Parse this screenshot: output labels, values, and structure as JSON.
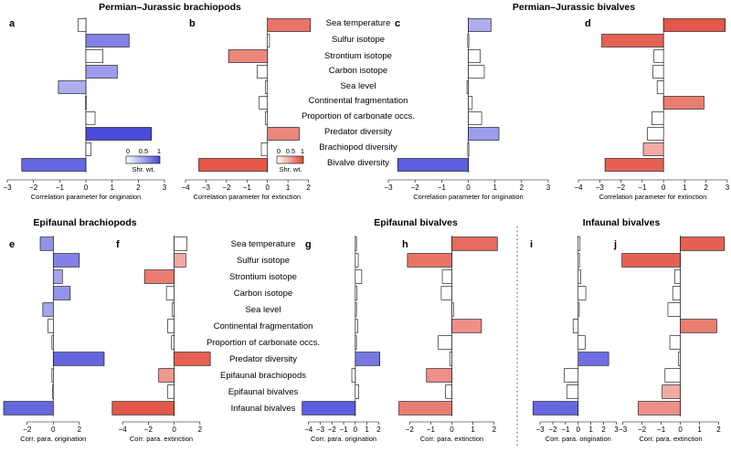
{
  "figure": {
    "group_titles": [
      {
        "id": "pj-brach",
        "text": "Permian–Jurassic brachiopods"
      },
      {
        "id": "pj-biv",
        "text": "Permian–Jurassic bivalves"
      },
      {
        "id": "epi-brach",
        "text": "Epifaunal brachiopods"
      },
      {
        "id": "epi-biv",
        "text": "Epifaunal bivalves"
      },
      {
        "id": "inf-biv",
        "text": "Infaunal bivalves"
      }
    ],
    "top_row_labels": [
      "Sea temperature",
      "Sulfur isotope",
      "Strontium isotope",
      "Carbon isotope",
      "Sea level",
      "Continental fragmentation",
      "Proportion of carbonate occs.",
      "Predator diversity",
      "Brachiopod diversity",
      "Bivalve diversity"
    ],
    "bottom_row_labels": [
      "Sea temperature",
      "Sulfur isotope",
      "Strontium isotope",
      "Carbon isotope",
      "Sea level",
      "Continental fragmentation",
      "Proportion of carbonate occs.",
      "Predator diversity",
      "Epifaunal brachiopods",
      "Epifaunal bivalves",
      "Infaunal bivalves"
    ],
    "legend_orig": {
      "ticks": [
        "0",
        "0.5",
        "1"
      ],
      "title": "Shr. wt.",
      "colors": [
        "#ffffff",
        "#4b4bdc"
      ]
    },
    "legend_ext": {
      "ticks": [
        "0",
        "0.5",
        "1"
      ],
      "title": "Shr. wt.",
      "colors": [
        "#ffffff",
        "#e04535"
      ]
    },
    "colors": {
      "origination": "#4b4bdc",
      "extinction": "#e04535",
      "divider": "#555555"
    }
  },
  "chart_data": [
    {
      "type": "bar",
      "panel": "a",
      "group": "Permian–Jurassic brachiopods",
      "orientation": "horizontal",
      "response": "origination",
      "xlabel": "Correlation parameter for origination",
      "xlim": [
        -3,
        3
      ],
      "xticks": [
        -3,
        -2,
        -1,
        0,
        1,
        2,
        3
      ],
      "categories": [
        "Sea temperature",
        "Sulfur isotope",
        "Strontium isotope",
        "Carbon isotope",
        "Sea level",
        "Continental fragmentation",
        "Proportion of carbonate occs.",
        "Predator diversity",
        "Brachiopod diversity",
        "Bivalve diversity"
      ],
      "values": [
        -0.3,
        1.65,
        0.65,
        1.2,
        -1.05,
        0.0,
        0.35,
        2.5,
        0.2,
        -2.45
      ],
      "weights": [
        0.0,
        0.7,
        0.0,
        0.55,
        0.45,
        0.0,
        0.0,
        1.0,
        0.0,
        0.85
      ]
    },
    {
      "type": "bar",
      "panel": "b",
      "group": "Permian–Jurassic brachiopods",
      "orientation": "horizontal",
      "response": "extinction",
      "xlabel": "Correlation parameter for extinction",
      "xlim": [
        -4,
        3
      ],
      "xticks": [
        -4,
        -3,
        -2,
        -1,
        0,
        1,
        2
      ],
      "categories": [
        "Sea temperature",
        "Sulfur isotope",
        "Strontium isotope",
        "Carbon isotope",
        "Sea level",
        "Continental fragmentation",
        "Proportion of carbonate occs.",
        "Predator diversity",
        "Brachiopod diversity",
        "Bivalve diversity"
      ],
      "values": [
        2.1,
        0.1,
        -1.9,
        -0.5,
        -0.1,
        -0.4,
        -0.1,
        1.55,
        -0.3,
        -3.35
      ],
      "weights": [
        0.75,
        0.0,
        0.65,
        0.0,
        0.0,
        0.0,
        0.0,
        0.65,
        0.0,
        0.9
      ]
    },
    {
      "type": "bar",
      "panel": "c",
      "group": "Permian–Jurassic bivalves",
      "orientation": "horizontal",
      "response": "origination",
      "xlabel": "Correlation parameter for origination",
      "xlim": [
        -3,
        3
      ],
      "xticks": [
        -3,
        -2,
        -1,
        0,
        1,
        2,
        3
      ],
      "categories": [
        "Sea temperature",
        "Sulfur isotope",
        "Strontium isotope",
        "Carbon isotope",
        "Sea level",
        "Continental fragmentation",
        "Proportion of carbonate occs.",
        "Predator diversity",
        "Brachiopod diversity",
        "Bivalve diversity"
      ],
      "values": [
        0.85,
        0.0,
        0.45,
        0.6,
        -0.05,
        0.15,
        0.5,
        1.15,
        0.0,
        -2.65
      ],
      "weights": [
        0.45,
        0.0,
        0.0,
        0.0,
        0.0,
        0.0,
        0.0,
        0.55,
        0.0,
        0.9
      ]
    },
    {
      "type": "bar",
      "panel": "d",
      "group": "Permian–Jurassic bivalves",
      "orientation": "horizontal",
      "response": "extinction",
      "xlabel": "Correlation parameter for extinction",
      "xlim": [
        -4,
        3
      ],
      "xticks": [
        -4,
        -3,
        -2,
        -1,
        0,
        1,
        2,
        3
      ],
      "categories": [
        "Sea temperature",
        "Sulfur isotope",
        "Strontium isotope",
        "Carbon isotope",
        "Sea level",
        "Continental fragmentation",
        "Proportion of carbonate occs.",
        "Predator diversity",
        "Brachiopod diversity",
        "Bivalve diversity"
      ],
      "values": [
        2.9,
        -2.9,
        -0.45,
        -0.5,
        -0.3,
        1.9,
        -0.55,
        -0.75,
        -0.95,
        -2.75
      ],
      "weights": [
        0.9,
        0.85,
        0.0,
        0.0,
        0.0,
        0.7,
        0.0,
        0.0,
        0.45,
        0.85
      ]
    },
    {
      "type": "bar",
      "panel": "e",
      "group": "Epifaunal brachiopods",
      "orientation": "horizontal",
      "response": "origination",
      "xlabel": "Corr. para. origination",
      "xlim": [
        -3.8,
        3.2
      ],
      "xticks": [
        -2,
        0,
        2
      ],
      "categories": [
        "Sea temperature",
        "Sulfur isotope",
        "Strontium isotope",
        "Carbon isotope",
        "Sea level",
        "Continental fragmentation",
        "Proportion of carbonate occs.",
        "Predator diversity",
        "Epifaunal brachiopods",
        "Epifaunal bivalves",
        "Infaunal bivalves"
      ],
      "values": [
        -1.0,
        2.0,
        0.7,
        1.3,
        -0.8,
        -0.4,
        -0.1,
        3.9,
        -0.1,
        -0.05,
        -3.8
      ],
      "weights": [
        0.6,
        0.7,
        0.5,
        0.6,
        0.5,
        0.0,
        0.0,
        0.85,
        0.0,
        0.0,
        0.85
      ]
    },
    {
      "type": "bar",
      "panel": "f",
      "group": "Epifaunal brachiopods",
      "orientation": "horizontal",
      "response": "extinction",
      "xlabel": "Corr. para. extinction",
      "xlim": [
        -5,
        3.5
      ],
      "xticks": [
        -4,
        -2,
        0,
        2
      ],
      "categories": [
        "Sea temperature",
        "Sulfur isotope",
        "Strontium isotope",
        "Carbon isotope",
        "Sea level",
        "Continental fragmentation",
        "Proportion of carbonate occs.",
        "Predator diversity",
        "Epifaunal brachiopods",
        "Epifaunal bivalves",
        "Infaunal bivalves"
      ],
      "values": [
        1.0,
        0.9,
        -2.3,
        -0.6,
        -0.15,
        -0.5,
        -0.2,
        2.8,
        -1.2,
        -0.5,
        -4.8
      ],
      "weights": [
        0.0,
        0.45,
        0.7,
        0.0,
        0.0,
        0.0,
        0.0,
        0.85,
        0.55,
        0.0,
        0.9
      ]
    },
    {
      "type": "bar",
      "panel": "g",
      "group": "Epifaunal bivalves",
      "orientation": "horizontal",
      "response": "origination",
      "xlabel": "Corr. para. origination",
      "xlim": [
        -4.6,
        2.2
      ],
      "xticks": [
        -4,
        -3,
        -2,
        -1,
        0,
        1,
        2
      ],
      "categories": [
        "Sea temperature",
        "Sulfur isotope",
        "Strontium isotope",
        "Carbon isotope",
        "Sea level",
        "Continental fragmentation",
        "Proportion of carbonate occs.",
        "Predator diversity",
        "Epifaunal brachiopods",
        "Epifaunal bivalves",
        "Infaunal bivalves"
      ],
      "values": [
        0.1,
        0.25,
        0.55,
        0.15,
        0.1,
        0.2,
        0.1,
        2.1,
        -0.3,
        0.3,
        -4.55
      ],
      "weights": [
        0.0,
        0.0,
        0.0,
        0.0,
        0.0,
        0.0,
        0.0,
        0.75,
        0.0,
        0.0,
        0.9
      ]
    },
    {
      "type": "bar",
      "panel": "h",
      "group": "Epifaunal bivalves",
      "orientation": "horizontal",
      "response": "extinction",
      "xlabel": "Corr. para. extinction",
      "xlim": [
        -2.7,
        2.7
      ],
      "xticks": [
        -2,
        -1,
        0,
        1,
        2
      ],
      "categories": [
        "Sea temperature",
        "Sulfur isotope",
        "Strontium isotope",
        "Carbon isotope",
        "Sea level",
        "Continental fragmentation",
        "Proportion of carbonate occs.",
        "Predator diversity",
        "Epifaunal brachiopods",
        "Epifaunal bivalves",
        "Infaunal bivalves"
      ],
      "values": [
        2.15,
        -2.1,
        -0.45,
        -0.5,
        0.08,
        1.4,
        -0.65,
        -0.1,
        -1.2,
        -0.3,
        -2.5
      ],
      "weights": [
        0.8,
        0.75,
        0.0,
        0.0,
        0.0,
        0.6,
        0.0,
        0.0,
        0.6,
        0.0,
        0.7
      ]
    },
    {
      "type": "bar",
      "panel": "i",
      "group": "Infaunal bivalves",
      "orientation": "horizontal",
      "response": "origination",
      "xlabel": "Corr. para. origination",
      "xlim": [
        -4.3,
        3.4
      ],
      "xticks": [
        -3,
        -2,
        -1,
        0,
        1,
        2,
        3
      ],
      "categories": [
        "Sea temperature",
        "Sulfur isotope",
        "Strontium isotope",
        "Carbon isotope",
        "Sea level",
        "Continental fragmentation",
        "Proportion of carbonate occs.",
        "Predator diversity",
        "Epifaunal brachiopods",
        "Epifaunal bivalves",
        "Infaunal bivalves"
      ],
      "values": [
        0.15,
        0.1,
        0.2,
        0.6,
        0.05,
        -0.4,
        0.55,
        2.4,
        -1.1,
        -0.9,
        -3.55
      ],
      "weights": [
        0.0,
        0.0,
        0.0,
        0.0,
        0.0,
        0.0,
        0.0,
        0.8,
        0.0,
        0.0,
        0.85
      ]
    },
    {
      "type": "bar",
      "panel": "j",
      "group": "Infaunal bivalves",
      "orientation": "horizontal",
      "response": "extinction",
      "xlabel": "Corr. para. extinction",
      "xlim": [
        -3.7,
        2.5
      ],
      "xticks": [
        -3,
        -2,
        -1,
        0,
        1,
        2
      ],
      "categories": [
        "Sea temperature",
        "Sulfur isotope",
        "Strontium isotope",
        "Carbon isotope",
        "Sea level",
        "Continental fragmentation",
        "Proportion of carbonate occs.",
        "Predator diversity",
        "Epifaunal brachiopods",
        "Epifaunal bivalves",
        "Infaunal bivalves"
      ],
      "values": [
        2.3,
        -3.05,
        -0.3,
        -0.4,
        -0.65,
        1.9,
        -0.55,
        -0.1,
        -0.8,
        -0.95,
        -2.2
      ],
      "weights": [
        0.85,
        0.85,
        0.0,
        0.0,
        0.0,
        0.7,
        0.0,
        0.0,
        0.0,
        0.45,
        0.6
      ]
    }
  ]
}
